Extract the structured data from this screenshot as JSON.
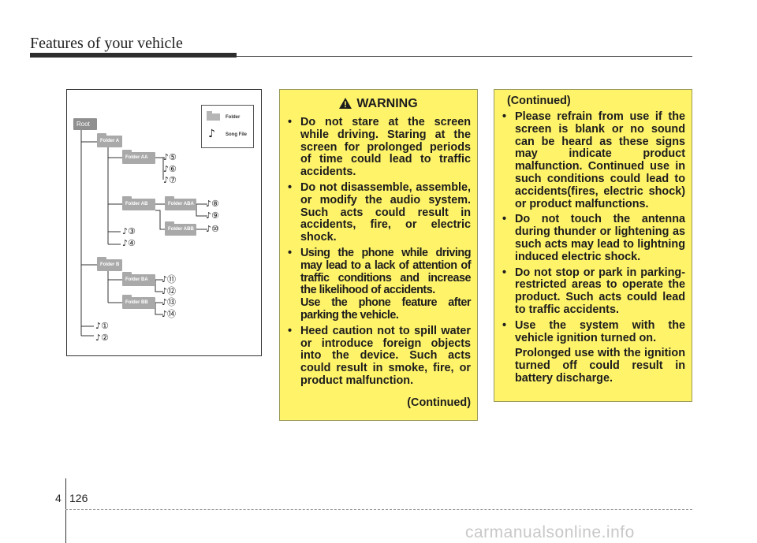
{
  "header": {
    "title": "Features of your vehicle"
  },
  "diagram": {
    "root": "Root",
    "folders": {
      "a": "Folder A",
      "aa": "Folder AA",
      "ab": "Folder AB",
      "aba": "Folder ABA",
      "abb": "Folder ABB",
      "b": "Folder B",
      "ba": "Folder BA",
      "bb": "Folder BB"
    },
    "songs": [
      "①",
      "②",
      "③",
      "④",
      "⑤",
      "⑥",
      "⑦",
      "⑧",
      "⑨",
      "⑩",
      "⑪",
      "⑫",
      "⑬",
      "⑭"
    ],
    "note_icon": "♪",
    "legend": {
      "folder": "Folder",
      "song": "Song File"
    }
  },
  "warning": {
    "title": "WARNING",
    "items": [
      "Do not stare at the screen while driving. Staring at the screen for prolonged periods of time could lead to traffic accidents.",
      "Do not disassemble, assemble, or modify the audio system. Such acts could result in accidents, fire, or electric shock.",
      "Using the phone while driving may lead to a lack of attention of traffic conditions and increase the likelihood of accidents.",
      "Heed caution not to spill water or introduce foreign objects into the device. Such acts could result in smoke, fire, or product malfunction."
    ],
    "item3_extra": "Use the phone feature after parking the vehicle.",
    "continued": "(Continued)"
  },
  "continued_box": {
    "label": "(Continued)",
    "items": [
      "Please refrain from use if the screen is blank or no sound can be heard as these signs may indicate product malfunction. Continued use in such conditions could lead to accidents(fires, electric shock) or product malfunctions.",
      "Do not touch the antenna during thunder or lightening as such acts may lead to lightning induced electric shock.",
      "Do not stop or park in parking-restricted areas to operate the product. Such acts could lead to traffic accidents.",
      "Use the system with the vehicle ignition turned on."
    ],
    "item4_extra": "Prolonged use with the ignition turned off could result in battery discharge."
  },
  "footer": {
    "section": "4",
    "page": "126",
    "watermark": "carmanualsonline.info"
  },
  "colors": {
    "warning_bg": "#fff36a",
    "folder_gray": "#a9a9a9",
    "header_bar": "#2d2d2d"
  }
}
